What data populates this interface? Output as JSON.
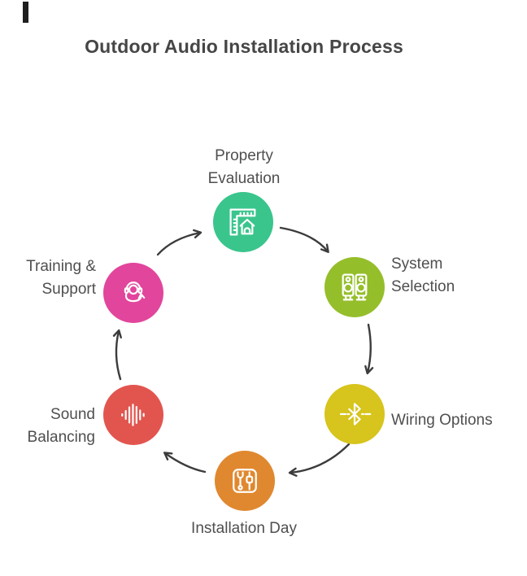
{
  "title": "Outdoor Audio Installation Process",
  "colors": {
    "arrow": "#3C3C3C",
    "text": "#4F4F4F",
    "title_text": "#464646",
    "corner_mark": "#1E1E1E"
  },
  "steps": [
    {
      "label": "Property Evaluation",
      "lines": [
        "Property",
        "Evaluation"
      ],
      "icon": "blueprint-ruler-house-icon",
      "color": "#3AC58C"
    },
    {
      "label": "System Selection",
      "lines": [
        "System",
        "Selection"
      ],
      "icon": "stereo-speakers-icon",
      "color": "#95BE2B"
    },
    {
      "label": "Wiring Options",
      "lines": [
        "Wiring Options"
      ],
      "icon": "bluetooth-icon",
      "color": "#D7C41C"
    },
    {
      "label": "Installation Day",
      "lines": [
        "Installation Day"
      ],
      "icon": "tools-wrench-icon",
      "color": "#E0882F"
    },
    {
      "label": "Sound Balancing",
      "lines": [
        "Sound",
        "Balancing"
      ],
      "icon": "sound-wave-icon",
      "color": "#E2554F"
    },
    {
      "label": "Training & Support",
      "lines": [
        "Training &",
        "Support"
      ],
      "icon": "headset-support-icon",
      "color": "#E2459C"
    }
  ]
}
